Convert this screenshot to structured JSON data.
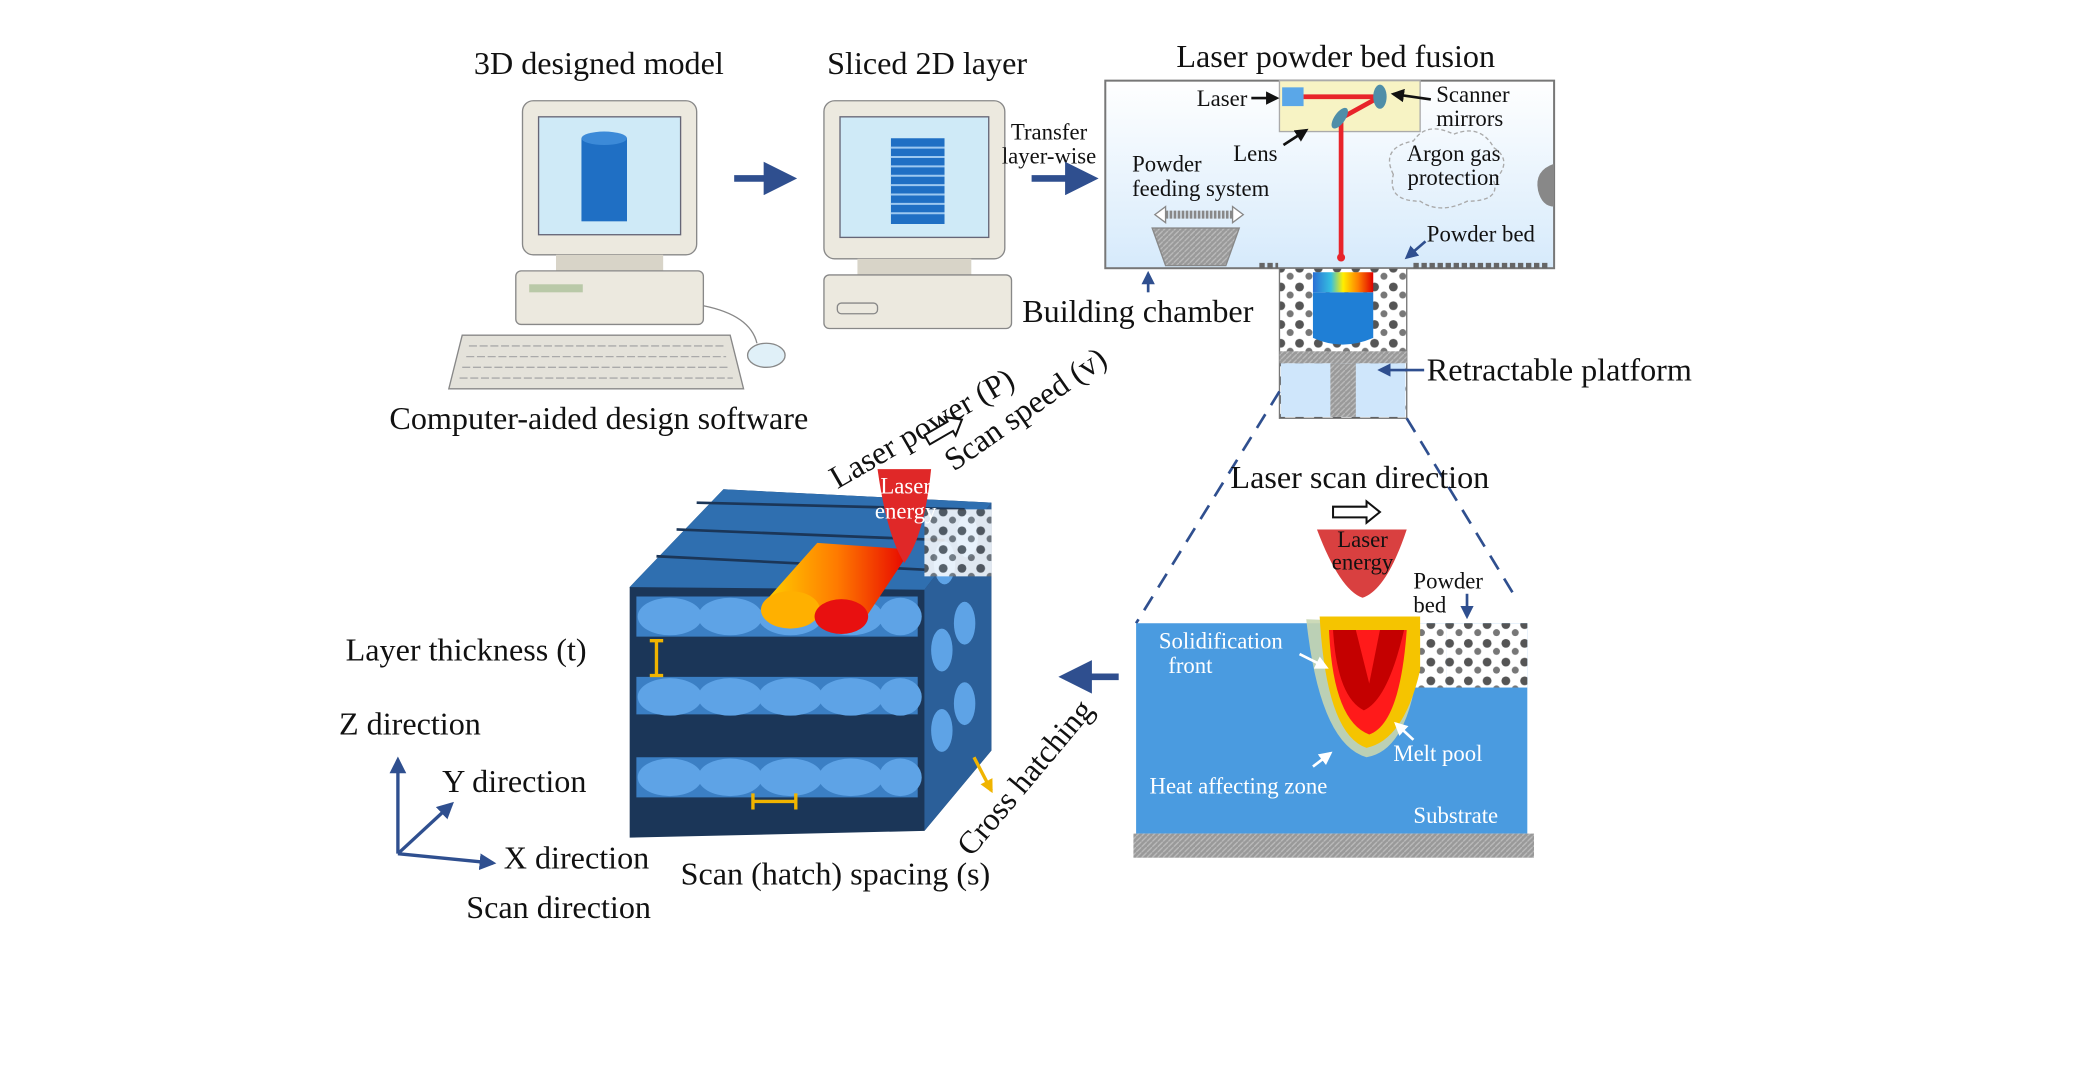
{
  "top": {
    "model_title": "3D designed model",
    "sliced_title": "Sliced 2D layer",
    "lpbf_title": "Laser powder bed fusion",
    "transfer_label": [
      "Transfer",
      "layer-wise"
    ],
    "cad_label": "Computer-aided design software"
  },
  "chamber": {
    "laser": "Laser",
    "scanner_mirrors": [
      "Scanner",
      "mirrors"
    ],
    "lens": "Lens",
    "argon": [
      "Argon gas",
      "protection"
    ],
    "powder_feeding": [
      "Powder",
      "feeding system"
    ],
    "powder_bed": "Powder bed",
    "building_chamber": "Building chamber",
    "retractable_platform": "Retractable platform"
  },
  "melt": {
    "scan_direction": "Laser scan direction",
    "laser_energy": [
      "Laser",
      "energy"
    ],
    "powder_bed": [
      "Powder",
      "bed"
    ],
    "solidification_front": [
      "Solidification",
      "front"
    ],
    "melt_pool": "Melt pool",
    "heat_zone": "Heat affecting zone",
    "substrate": "Substrate"
  },
  "cube": {
    "laser_power": "Laser power (P)",
    "scan_speed": "Scan speed (v)",
    "laser_energy": [
      "Laser",
      "energy"
    ],
    "layer_thickness": "Layer thickness (t)",
    "z_direction": "Z direction",
    "y_direction": "Y direction",
    "x_direction": "X direction",
    "scan_direction": "Scan direction",
    "hatch_spacing": "Scan (hatch) spacing (s)",
    "cross_hatching": "Cross hatching"
  },
  "colors": {
    "arrow_blue": "#2f4f8f",
    "substrate_blue": "#4a9be0",
    "laser_red": "#e8242a",
    "melt_red": "#c40000",
    "haz_yellow": "#f5c400",
    "chamber_fill": "#e6f2fc"
  }
}
